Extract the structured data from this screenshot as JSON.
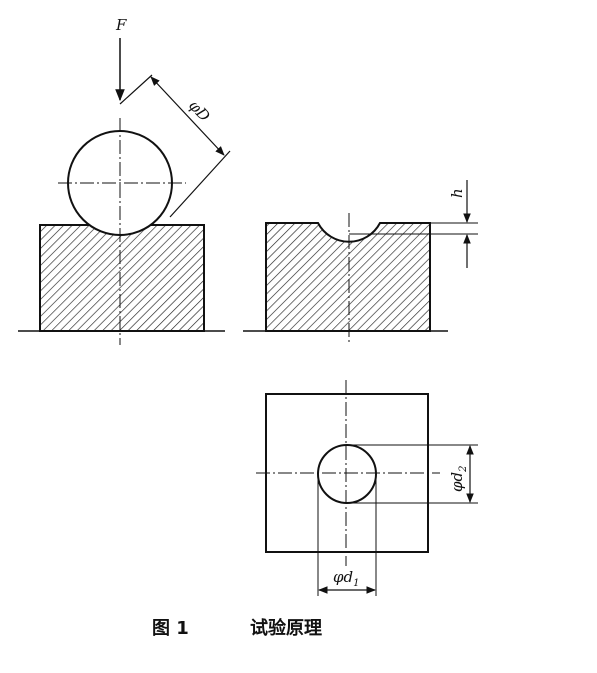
{
  "labels": {
    "force": "F",
    "ball_diameter": "φD",
    "depth": "h",
    "diameter_d1": "φd",
    "diameter_d1_sub": "1",
    "diameter_d2": "φd",
    "diameter_d2_sub": "2"
  },
  "caption": {
    "figure": "图 1",
    "title": "试验原理"
  }
}
